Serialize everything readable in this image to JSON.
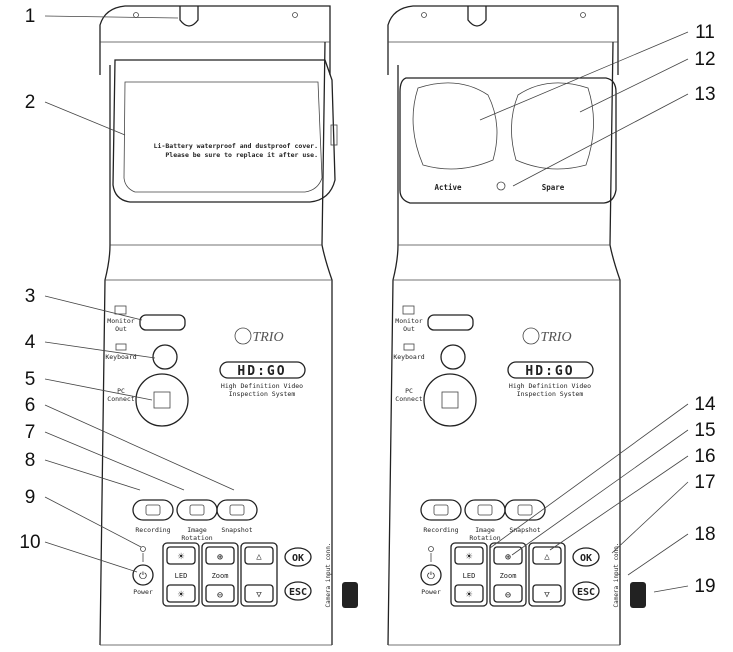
{
  "callouts_left": [
    "1",
    "2",
    "3",
    "4",
    "5",
    "6",
    "7",
    "8",
    "9",
    "10"
  ],
  "callouts_right": [
    "11",
    "12",
    "13",
    "14",
    "15",
    "16",
    "17",
    "18",
    "19"
  ],
  "cover_text": [
    "Li-Battery waterproof and dustproof cover.",
    "Please be sure to replace it after use."
  ],
  "battery_labels": {
    "active": "Active",
    "spare": "Spare"
  },
  "ports": {
    "monitor": [
      "Monitor",
      "Out"
    ],
    "keyboard": "Keyboard",
    "pc": [
      "PC",
      "Connect"
    ]
  },
  "brand": {
    "logo": "TRIO",
    "product": "HD:GO",
    "tagline": [
      "High Definition Video",
      "Inspection System"
    ]
  },
  "buttons": {
    "recording": "Recording",
    "rotation": [
      "Image",
      "Rotation"
    ],
    "snapshot": "Snapshot",
    "led": "LED",
    "zoom": "Zoom",
    "ok": "OK",
    "esc": "ESC",
    "power": "Power"
  },
  "camera_conn": "Camera input conn."
}
